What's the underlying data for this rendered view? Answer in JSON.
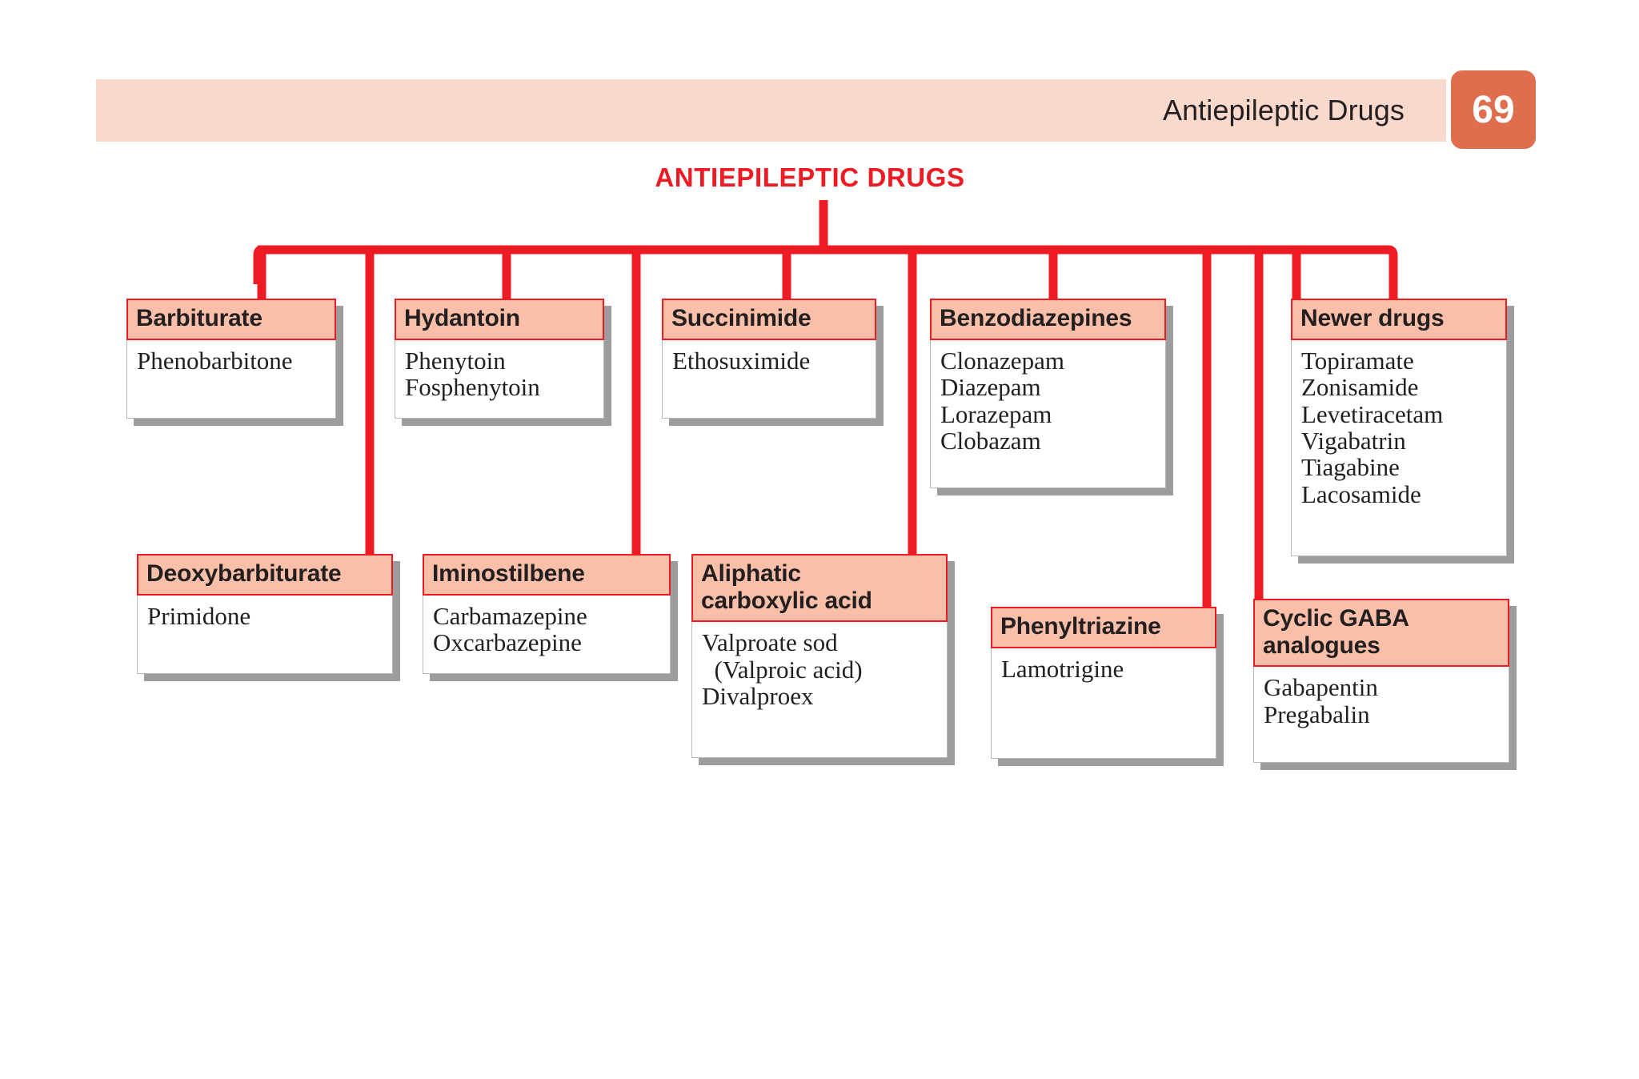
{
  "header": {
    "title": "Antiepileptic Drugs",
    "page_number": "69",
    "band_color": "#F9D9CC",
    "badge_color": "#DF6E4F"
  },
  "chart_title": "ANTIEPILEPTIC DRUGS",
  "colors": {
    "accent_red": "#ED1C24",
    "node_header_fill": "#F9BFA8",
    "node_body_fill": "#FFFFFF",
    "shadow": "#9D9D9D"
  },
  "nodes": [
    {
      "id": "barbiturate",
      "header": "Barbiturate",
      "items": [
        "Phenobarbitone"
      ]
    },
    {
      "id": "hydantoin",
      "header": "Hydantoin",
      "items": [
        "Phenytoin",
        "Fosphenytoin"
      ]
    },
    {
      "id": "succinimide",
      "header": "Succinimide",
      "items": [
        "Ethosuximide"
      ]
    },
    {
      "id": "benzodiazepines",
      "header": "Benzodiazepines",
      "items": [
        "Clonazepam",
        "Diazepam",
        "Lorazepam",
        "Clobazam"
      ]
    },
    {
      "id": "newer-drugs",
      "header": "Newer drugs",
      "items": [
        "Topiramate",
        "Zonisamide",
        "Levetiracetam",
        "Vigabatrin",
        "Tiagabine",
        "Lacosamide"
      ]
    },
    {
      "id": "deoxybarbiturate",
      "header": "Deoxybarbiturate",
      "items": [
        "Primidone"
      ]
    },
    {
      "id": "iminostilbene",
      "header": "Iminostilbene",
      "items": [
        "Carbamazepine",
        "Oxcarbazepine"
      ]
    },
    {
      "id": "aliphatic-carboxylic-acid",
      "header": "Aliphatic\ncarboxylic acid",
      "items": [
        "Valproate sod",
        "  (Valproic acid)",
        "Divalproex"
      ]
    },
    {
      "id": "phenyltriazine",
      "header": "Phenyltriazine",
      "items": [
        "Lamotrigine"
      ]
    },
    {
      "id": "cyclic-gaba-analogues",
      "header": "Cyclic GABA\nanalogues",
      "items": [
        "Gabapentin",
        "Pregabalin"
      ]
    }
  ]
}
